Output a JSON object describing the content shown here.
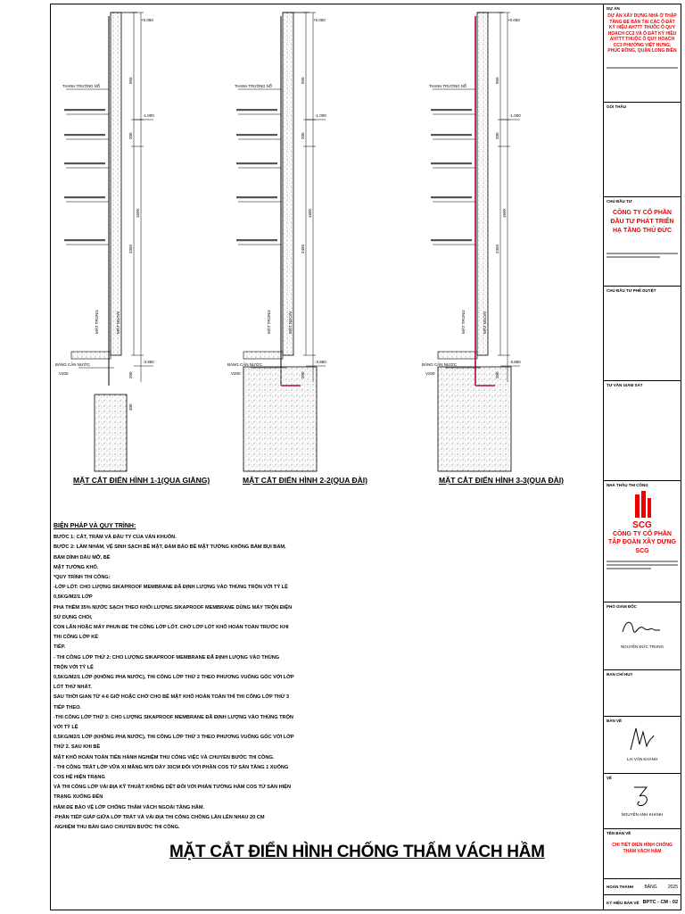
{
  "sections": [
    {
      "title": "MẶT CẮT ĐIỂN HÌNH 1-1(QUA GIẰNG)",
      "dim_left": "950",
      "dim_mid": "200",
      "dim_bottom": "2350"
    },
    {
      "title": "MẶT CẮT ĐIỂN HÌNH 2-2(QUA ĐÀI)",
      "dim_left": "950",
      "dim_mid": "200",
      "dim_bottom": "2450"
    },
    {
      "title": "MẶT CẮT ĐIỂN HÌNH 3-3(QUA ĐÀI)",
      "dim_left": "950",
      "dim_mid": "200",
      "dim_bottom": "2450"
    }
  ],
  "drawing_labels": {
    "level_top": "+0.050",
    "level_mid": "-1.000",
    "level_bot_1": "-3.850",
    "level_bot_2": "-3.850",
    "level_bot_3": "-3.850",
    "dim_1600": "1600",
    "dim_400": "400",
    "dim_200": "200",
    "waterstop": "BĂNG CẢN NƯỚC",
    "v200": "V200",
    "mat_trong": "MẶT TRONG",
    "mat_ngoai": "MẶT NGOÀI",
    "thanh_truong": "THANH TRƯỜNG NỔ"
  },
  "notes": {
    "heading": "BIỆN PHÁP VÀ QUY TRÌNH:",
    "lines": [
      "BƯỚC 1: CẮT, TRÁM VÀ ĐẦU TY CỦA VÁN KHUÔN.",
      "BƯỚC 2: LÀM NHÁM, VỆ SINH SẠCH BỀ MẶT, ĐẢM BẢO BỀ MẶT TƯỜNG KHÔNG BÁM BỤI BẨM, BÁM DÍNH DẦU MỠ, BỀ",
      "MẶT TƯỜNG KHÔ.",
      "*QUY TRÌNH THI CÔNG:",
      "-LỚP LÓT: CHO LƯỢNG SIKAPROOF MEMBRANE ĐÃ ĐỊNH LƯỢNG VÀO THÙNG TRỘN VỚI TỶ LỆ 0,5KG/M2/1 LỚP",
      "PHA THÊM 35% NƯỚC SẠCH THEO KHỐI LƯỢNG SIKAPROOF MEMBRANE DÙNG MÁY TRỘN ĐIỆN SỬ DỤNG CHỔI,",
      "CON LĂN HOẶC MÁY PHUN ĐỂ THI CÔNG LỚP LÓT. CHỜ LỚP LÓT KHÔ HOÀN TOÀN TRƯỚC KHI THI CÔNG LỚP KẾ",
      "TIẾP.",
      "- THI CÔNG LỚP THỨ 2: CHO LƯỢNG SIKAPROOF MEMBRANE ĐÃ ĐỊNH LƯỢNG VÀO THÙNG TRỘN VỚI TỶ LỆ",
      "0,5KG/M2/1 LỚP (KHÔNG PHA NƯỚC), THI CÔNG LỚP THỨ 2 THEO PHƯƠNG VUÔNG GÓC VỚI LỚP LÓT THỨ NHẤT.",
      "SAU THỜI GIAN TỪ 4-6 GIỜ HOẶC CHỜ CHO BỀ MẶT KHÔ HOÀN TOÀN THÌ THI CÔNG LỚP THỨ 3 TIẾP THEO.",
      "-THI CÔNG LỚP THỨ 3: CHO LƯỢNG SIKAPROOF MEMBRANE ĐÃ ĐỊNH LƯỢNG VÀO THÙNG TRỘN VỚI TỶ LỆ",
      "0,5KG/M2/1 LỚP (KHÔNG PHA NƯỚC), THI CÔNG LỚP THỨ 3 THEO PHƯƠNG VUÔNG GÓC VỚI LỚP THỨ 2. SAU KHI BỀ",
      "MẶT KHÔ HOÀN TOÀN TIẾN HÀNH NGHIỆM THU CÔNG VIỆC VÀ CHUYỂN BƯỚC THI CÔNG.",
      "- THI CÔNG TRÁT LỚP VỮA XI MĂNG M75 DÀY 30CM ĐỐI VỚI PHẦN COS TỪ SÀN TẦNG 1 XUỐNG COS HỆ HIỆN TRẠNG",
      "VÀ THI CÔNG LỚP VẢI ĐỊA KỸ THUẬT KHÔNG DỆT ĐỐI VỚI PHẦN TƯỜNG HẦM COS TỪ SÀN HIỆN TRẠNG XUỐNG ĐẾN",
      "HẦM ĐỂ BẢO VỆ LỚP CHỐNG THẤM VÁCH NGOÀI TẦNG HẦM.",
      "-PHẦN TIẾP GIÁP GIỮA LỚP TRÁT VÀ VẢI ĐỊA THI CÔNG CHỒNG LẦN LÊN NHAU 20 CM",
      "-NGHIỆM THU BÀN GIAO CHUYỂN BƯỚC THI CÔNG."
    ]
  },
  "main_title": "MẶT CẮT ĐIỂN HÌNH CHỐNG THẤM VÁCH HẦM",
  "title_block": {
    "du_an_label": "DỰ ÁN",
    "du_an_text": "DỰ ÁN XÂY DỰNG NHÀ Ở THẤP TẦNG ĐỂ BÁN TẠI CÁC Ô ĐẤT KÝ HIỆU AH7TT THUỘC Ô QUY HOẠCH CC2 VÀ Ô ĐẤT KÝ HIỆU AH7TT THUỘC Ô QUY HOẠCH CC3 PHƯỜNG VIỆT HƯNG, PHÚC ĐỒNG, QUẬN LONG BIÊN",
    "goi_thau_label": "GÓI THẦU",
    "chu_dau_tu_label": "CHỦ ĐẦU TƯ",
    "chu_dau_tu_name": "CÔNG TY CỔ PHẦN ĐẦU TƯ PHÁT TRIỂN HẠ TẦNG THỦ ĐỨC",
    "phe_duyet_label": "CHỦ ĐẦU TƯ PHÊ DUYỆT",
    "tu_van_label": "TƯ VẤN GIÁM SÁT",
    "nha_thau_label": "NHÀ THẦU THI CÔNG",
    "logo_text": "SCG",
    "nha_thau_name": "CÔNG TY CỔ PHẦN TẬP ĐOÀN XÂY DỰNG SCG",
    "pho_giam_doc_label": "PHÓ GIÁM ĐỐC",
    "pho_giam_doc_name": "NGUYỄN ĐỨC TRUNG",
    "ban_chi_huy_label": "BAN CHỈ HUY",
    "ban_ve_label": "BẢN VẼ",
    "ban_ve_name": "LẠI VĂN KHÁNH",
    "ve_label": "VẼ",
    "ve_name": "NGUYỄN ANH KHÁNH",
    "ten_ban_ve_label": "TÊN BẢN VẼ",
    "ten_ban_ve": "CHI TIẾT ĐIỂN HÌNH CHỐNG THẤM VÁCH HẦM",
    "hoan_thanh_label": "HOÀN THÀNH",
    "bang_label": "BẢNG",
    "bang_value": "2025",
    "ky_hieu_label": "KÝ HIỆU BẢN VẼ",
    "ky_hieu_value": "BPTC - CM - 02"
  }
}
